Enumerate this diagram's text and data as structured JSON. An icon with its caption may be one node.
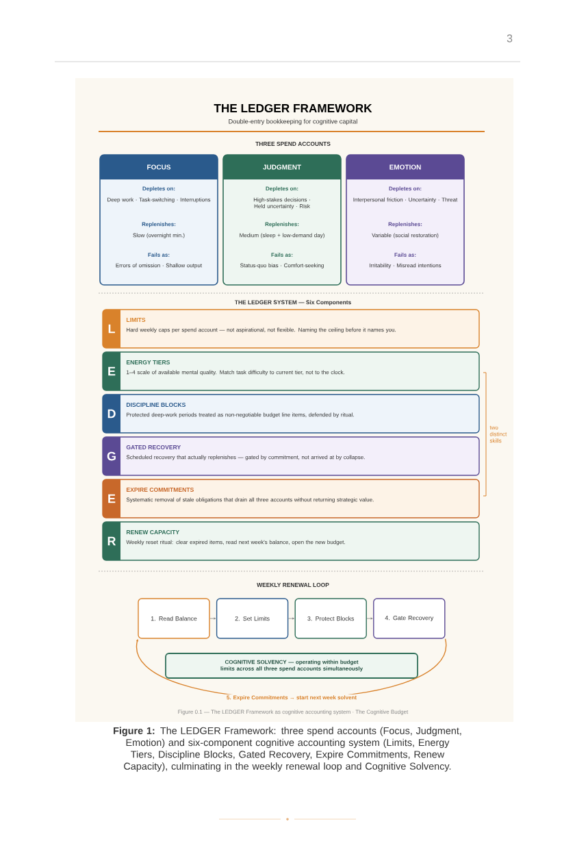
{
  "diagram": {
    "title": "THE LEDGER FRAMEWORK",
    "caption": "**Figure 1:** The LEDGER Framework: three spend accounts (Focus, Judgment, Emotion) and six-component cognitive accounting system (Limits, Energy Tiers, Discipline Blocks, Gated Recovery, Expire Commitments, Renew Capacity), culminating in the weekly renewal loop and Cognitive Solvency.",
    "nodes": [
      {
        "text": [
          "FOCUS",
          "Depletes on:",
          "Deep work · Task-switching · Interruptions",
          "Replenishes:",
          "Slow (overnight min.)",
          "Fails as:",
          "Errors of omission · Shallow output"
        ]
      },
      {
        "text": [
          "JUDGMENT",
          "Depletes on:",
          "High-stakes decisions · Held uncertainty · Risk",
          "Replenishes:",
          "Medium (sleep + low-demand day)",
          "Fails as:",
          "Status-quo bias · Comfort-seeking"
        ]
      },
      {
        "text": [
          "EMOTION",
          "Depletes on:",
          "Interpersonal friction · Uncertainty · Threat",
          "Replenishes:",
          "Variable (social restoration)",
          "Fails as:",
          "Irritability · Misread intentions"
        ]
      },
      {
        "text": [
          "L",
          "LIMITS",
          "Hard weekly caps per spend account — not aspirational, not flexible. Naming the ceiling before it names you."
        ]
      },
      {
        "text": [
          "E",
          "ENERGY TIERS",
          "1–4 scale of available mental quality. Match task difficulty to current tier, not to the clock."
        ]
      },
      {
        "text": [
          "D",
          "DISCIPLINE BLOCKS",
          "Protected deep-work periods treated as non-negotiable budget line items, defended by ritual."
        ]
      },
      {
        "text": [
          "G",
          "GATED RECOVERY",
          "Scheduled recovery that actually replenishes — gated by commitment, not arrived at by collapse."
        ]
      },
      {
        "text": [
          "E",
          "EXPIRE COMMITMENTS",
          "Systematic removal of stale obligations that drain all three accounts without returning strategic value."
        ]
      },
      {
        "text": [
          "R",
          "RENEW CAPACITY",
          "Weekly reset ritual: clear expired items, read next week's balance, open the new budget."
        ]
      },
      {
        "text": [
          "1. Read Balance"
        ]
      },
      {
        "text": [
          "2. Set Limits"
        ]
      },
      {
        "text": [
          "3. Protect Blocks"
        ]
      },
      {
        "text": [
          "4. Gate Recovery"
        ]
      },
      {
        "text": [
          "COGNITIVE SOLVENCY — operating within budget limits across all three spend accounts simultaneously"
        ]
      }
    ],
    "edges": [
      {
        "from": 9,
        "to": 10,
        "arrow": "to"
      },
      {
        "from": 10,
        "to": 11,
        "arrow": "to"
      },
      {
        "from": 11,
        "to": 12,
        "arrow": "to"
      },
      {
        "from": 12,
        "to": 9,
        "arrow": "to",
        "label": "5. Expire Commitments → start next week solvent",
        "color": "#d9822b"
      }
    ],
    "labels": [
      "3",
      "Double-entry bookkeeping for cognitive capital",
      "THREE SPEND ACCOUNTS",
      "THE LEDGER SYSTEM — Six Components",
      "two distinct skills",
      "WEEKLY RENEWAL LOOP",
      "Figure 0.1 — The LEDGER Framework as cognitive accounting system · The Cognitive Budget"
    ]
  }
}
